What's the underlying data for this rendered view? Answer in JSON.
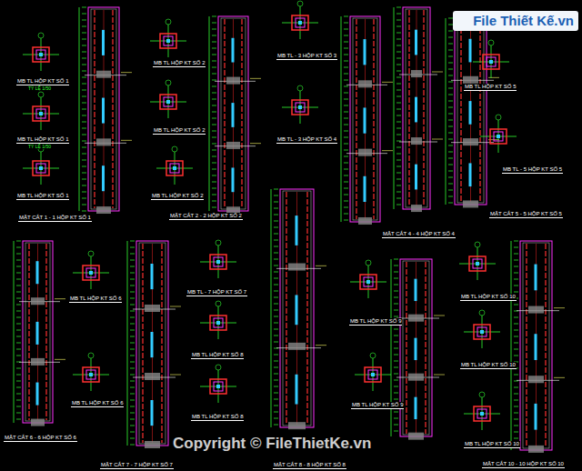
{
  "diagram": {
    "labels": [
      "MB TL HỘP KT SỐ 1",
      "TỶ LỆ 1/50",
      "MB TL HỘP KT SỐ 1",
      "TỶ LỆ 1/50",
      "MB TL HỘP KT SỐ 1",
      "MẶT CẮT 1 - 1 HỘP KT SỐ 1",
      "MB TL HỘP KT SỐ 2",
      "MB TL HỘP KT SỐ 2",
      "MB TL HỘP KT SỐ 2",
      "MẶT CẮT 2 - 2 HỘP KT SỐ 2",
      "MB TL - 3 HỘP KT SỐ 3",
      "MB TL - 3 HỘP KT SỐ 4",
      "MẶT CẮT 4 - 4 HỘP KT SỐ 4",
      "MB TL HỘP KT SỐ 5",
      "MB TL - 5 HỘP KT SỐ 5",
      "MẶT CẮT 5 - 5 HỘP KT SỐ 5",
      "MB TL HỘP KT SỐ 6",
      "MB TL HỘP KT SỐ 6",
      "MẶT CẮT 6 - 6 HỘP KT SỐ 6",
      "MB TL - 7 HỘP KT SỐ 7",
      "MB TL HỘP KT SỐ 8",
      "MB TL HỘP KT SỐ 8",
      "MẶT CẮT 7 - 7 HỘP KT SỐ 7",
      "MẶT CẮT 8 - 8 HỘP KT SỐ 8",
      "MB TL HỘP KT SỐ 9",
      "MB TL HỘP KT SỐ 9",
      "MB TL HỘP KT SỐ 10",
      "MB TL HỘP KT SỐ 10",
      "MB TL HỘP KT SỐ 10",
      "MẶT CẮT 10 - 10 HỘP KT SỐ 10",
      "Copyright © FileThietKe.vn",
      "File Thiết Kế.vn"
    ]
  }
}
